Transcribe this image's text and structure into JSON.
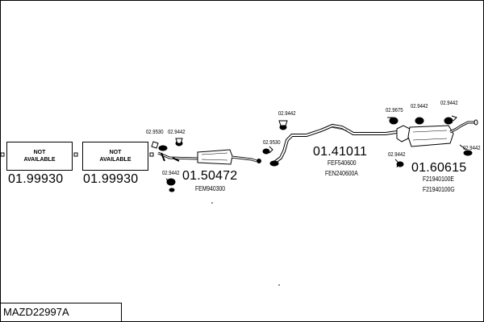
{
  "not_available": {
    "line1": "NOT",
    "line2": "AVAILABLE"
  },
  "parts": {
    "part1": "01.99930",
    "part2": "01.99930",
    "part3": "01.50472",
    "part4": "01.41011",
    "part5": "01.60615"
  },
  "refs": {
    "fem": "FEM940300",
    "fef": "FEF540600",
    "fen": "FEN240600A",
    "f219e": "F21940100E",
    "f219g": "F21940100G"
  },
  "small_parts": {
    "s9530a": "02.9530",
    "s9442a": "02.9442",
    "s9442b": "02.9442",
    "s9530b": "02.9530",
    "s9442c": "02.9442",
    "s9675": "02.9675",
    "s9442d": "02.9442",
    "s9442e": "02.9442",
    "s9442f": "02.9442",
    "s9442g": "02.9442"
  },
  "model_code": "MAZD22997A"
}
